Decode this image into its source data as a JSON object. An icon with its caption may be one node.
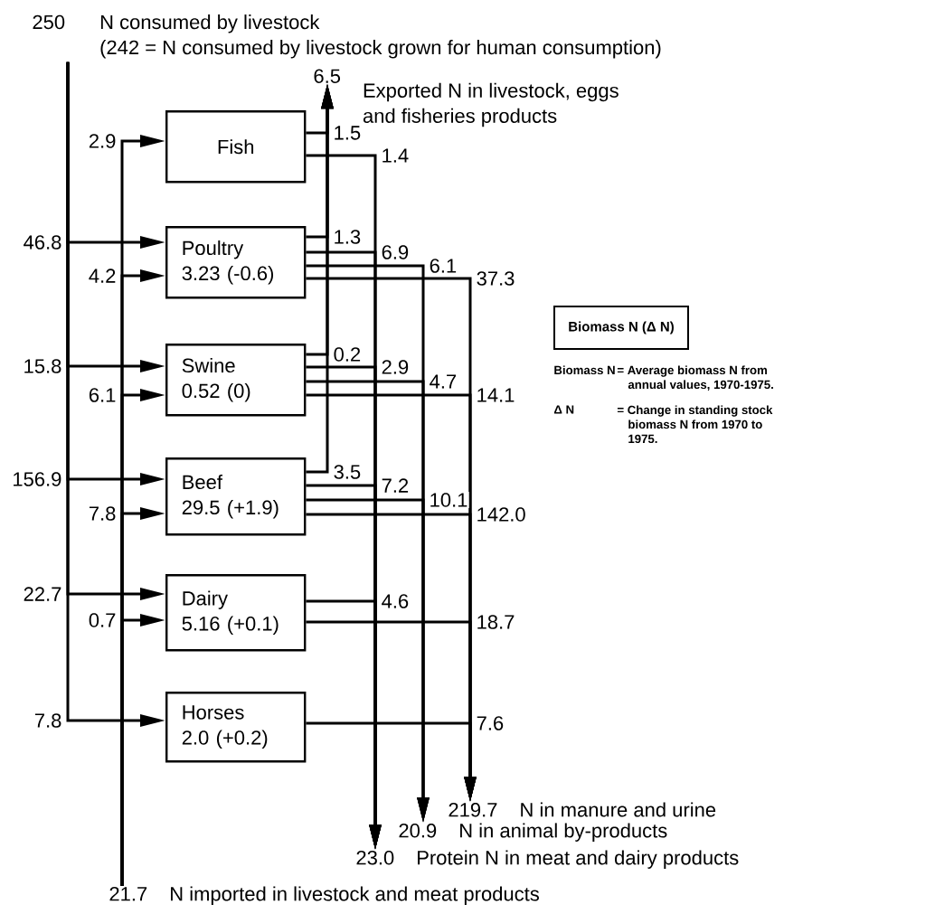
{
  "diagram": {
    "nodes": [
      {
        "text": [
          "250",
          "N consumed by livestock",
          "(242 = N consumed by livestock grown for human consumption)"
        ]
      },
      {
        "text": [
          "21.7",
          "N imported in livestock and meat products"
        ]
      },
      {
        "text": [
          "Fish"
        ]
      },
      {
        "text": [
          "Poultry",
          "3.23 (-0.6)"
        ]
      },
      {
        "text": [
          "Swine",
          "0.52 (0)"
        ]
      },
      {
        "text": [
          "Beef",
          "29.5 (+1.9)"
        ]
      },
      {
        "text": [
          "Dairy",
          "5.16 (+0.1)"
        ]
      },
      {
        "text": [
          "Horses",
          "2.0 (+0.2)"
        ]
      },
      {
        "text": [
          "6.5",
          "Exported N in livestock, eggs and fisheries products"
        ]
      },
      {
        "text": [
          "219.7",
          "N in manure and urine"
        ]
      },
      {
        "text": [
          "20.9",
          "N in animal by-products"
        ]
      },
      {
        "text": [
          "23.0",
          "Protein N in meat and dairy products"
        ]
      },
      {
        "text": [
          "Biomass N (Δ N)"
        ]
      }
    ],
    "edges": [
      {
        "from": 0,
        "to": 3,
        "arrow": "to",
        "label": "46.8"
      },
      {
        "from": 0,
        "to": 4,
        "arrow": "to",
        "label": "15.8"
      },
      {
        "from": 0,
        "to": 5,
        "arrow": "to",
        "label": "156.9"
      },
      {
        "from": 0,
        "to": 6,
        "arrow": "to",
        "label": "22.7"
      },
      {
        "from": 0,
        "to": 7,
        "arrow": "to",
        "label": "7.8"
      },
      {
        "from": 1,
        "to": 2,
        "arrow": "to",
        "label": "2.9"
      },
      {
        "from": 1,
        "to": 3,
        "arrow": "to",
        "label": "4.2"
      },
      {
        "from": 1,
        "to": 4,
        "arrow": "to",
        "label": "6.1"
      },
      {
        "from": 1,
        "to": 5,
        "arrow": "to",
        "label": "7.8"
      },
      {
        "from": 1,
        "to": 6,
        "arrow": "to",
        "label": "0.7"
      },
      {
        "from": 2,
        "to": 8,
        "arrow": "to",
        "label": "1.5"
      },
      {
        "from": 2,
        "to": 11,
        "arrow": "to",
        "label": "1.4"
      },
      {
        "from": 3,
        "to": 8,
        "arrow": "to",
        "label": "1.3"
      },
      {
        "from": 3,
        "to": 11,
        "arrow": "to",
        "label": "6.9"
      },
      {
        "from": 3,
        "to": 10,
        "arrow": "to",
        "label": "6.1"
      },
      {
        "from": 3,
        "to": 9,
        "arrow": "to",
        "label": "37.3"
      },
      {
        "from": 4,
        "to": 8,
        "arrow": "to",
        "label": "0.2"
      },
      {
        "from": 4,
        "to": 11,
        "arrow": "to",
        "label": "2.9"
      },
      {
        "from": 4,
        "to": 10,
        "arrow": "to",
        "label": "4.7"
      },
      {
        "from": 4,
        "to": 9,
        "arrow": "to",
        "label": "14.1"
      },
      {
        "from": 5,
        "to": 8,
        "arrow": "to",
        "label": "3.5"
      },
      {
        "from": 5,
        "to": 11,
        "arrow": "to",
        "label": "7.2"
      },
      {
        "from": 5,
        "to": 10,
        "arrow": "to",
        "label": "10.1"
      },
      {
        "from": 5,
        "to": 9,
        "arrow": "to",
        "label": "142.0"
      },
      {
        "from": 6,
        "to": 11,
        "arrow": "to",
        "label": "4.6"
      },
      {
        "from": 6,
        "to": 9,
        "arrow": "to",
        "label": "18.7"
      },
      {
        "from": 7,
        "to": 9,
        "arrow": "to",
        "label": "7.6"
      }
    ],
    "labels": [
      "Biomass N",
      "= Average biomass N from annual values, 1970-1975.",
      "Δ N",
      "= Change in standing stock biomass N from 1970 to 1975."
    ]
  }
}
